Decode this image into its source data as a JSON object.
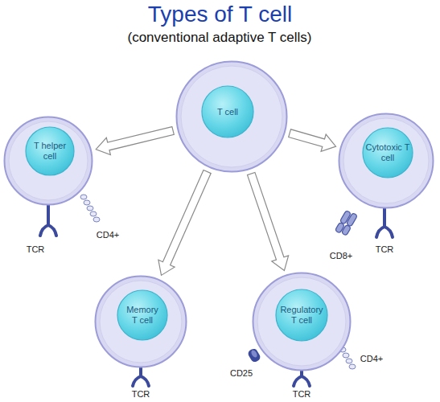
{
  "diagram": {
    "title": "Types of T cell",
    "nodes": [
      {
        "text": [
          "T helper cell"
        ]
      },
      {
        "text": [
          "T cell"
        ]
      },
      {
        "text": [
          "Cytotoxic T cell"
        ]
      },
      {
        "text": [
          "Memory T cell"
        ]
      },
      {
        "text": [
          "Regulatory T cell"
        ]
      }
    ],
    "edges": [
      {
        "from": 1,
        "to": 0,
        "arrow": "to"
      },
      {
        "from": 1,
        "to": 2,
        "arrow": "to"
      },
      {
        "from": 1,
        "to": 3,
        "arrow": "to"
      },
      {
        "from": 1,
        "to": 4,
        "arrow": "to"
      }
    ],
    "labels": [
      "(conventional adaptive T cells)",
      "CD4+",
      "TCR",
      "CD8+",
      "TCR",
      "TCR",
      "CD25",
      "TCR",
      "CD4+"
    ]
  }
}
